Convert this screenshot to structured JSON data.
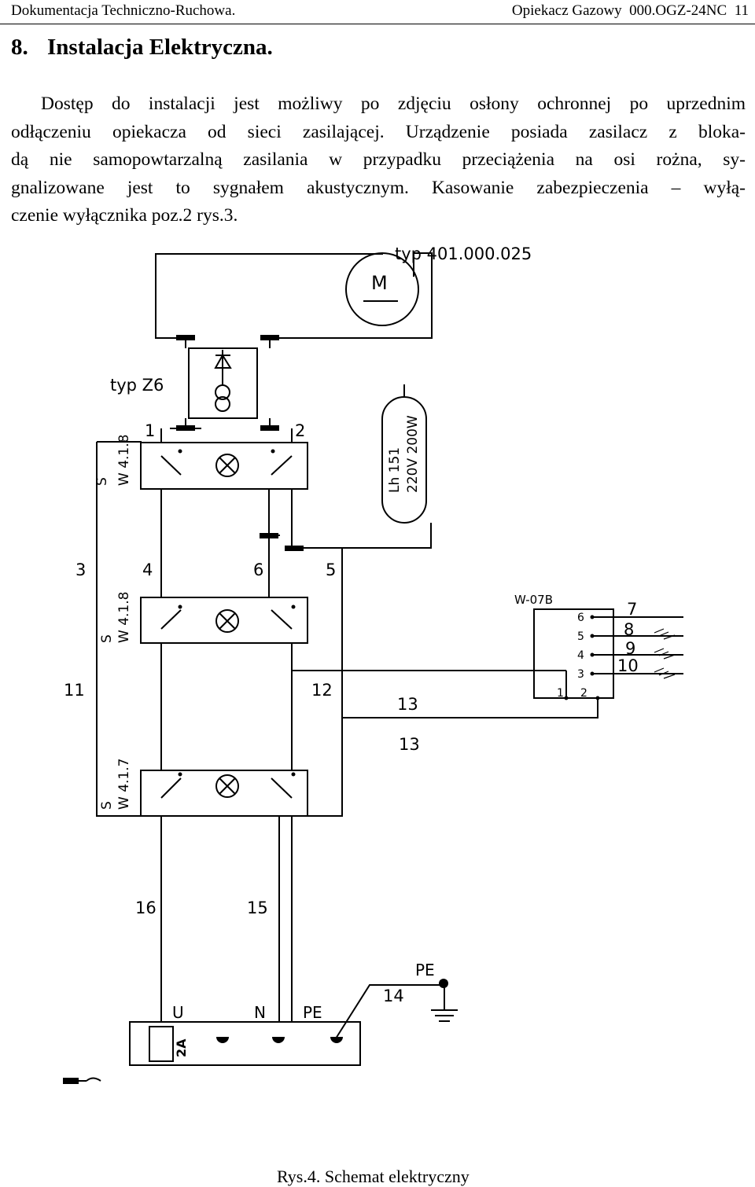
{
  "header": {
    "left": "Dokumentacja Techniczno-Ruchowa.",
    "right": "Opiekacz Gazowy  000.OGZ-24NC  11"
  },
  "section": {
    "number": "8.",
    "title": "Instalacja Elektryczna."
  },
  "paragraph_lines": [
    "Dostęp do instalacji jest możliwy po zdjęciu osłony ochronnej po uprzednim",
    "odłączeniu opiekacza od sieci zasilającej. Urządzenie posiada zasilacz z bloka-",
    "dą nie samopowtarzalną zasilania w przypadku przeciążenia na osi rożna, sy-",
    "gnalizowane jest to sygnałem akustycznym. Kasowanie zabezpieczenia – wyłą-",
    "czenie wyłącznika poz.2 rys.3."
  ],
  "schematic": {
    "motor_type": "typ 401.000.025",
    "motor_symbol": "M",
    "supply_type": "typ Z6",
    "lamp_label": "Lh 151",
    "lamp_rating": "220V  200W",
    "switch1_labels": [
      "S",
      "W 4.1.8"
    ],
    "switch2_labels": [
      "S",
      "W 4.1.8"
    ],
    "switch3_labels": [
      "S",
      "W 4.1.7"
    ],
    "wire_numbers": {
      "n1": "1",
      "n2": "2",
      "n3": "3",
      "n4": "4",
      "n5": "5",
      "n6": "6",
      "n11": "11",
      "n12": "12",
      "n13a": "13",
      "n13b": "13",
      "n14": "14",
      "n15": "15",
      "n16": "16"
    },
    "connector": {
      "name": "W-07B",
      "pins": [
        "6",
        "5",
        "4",
        "3",
        "1",
        "2"
      ],
      "outputs": [
        "7",
        "8",
        "9",
        "10"
      ]
    },
    "terminal_labels": {
      "u": "U",
      "n": "N",
      "pe": "PE"
    },
    "pe_ground": "PE",
    "fuse": "2A"
  },
  "caption": "Rys.4. Schemat elektryczny"
}
